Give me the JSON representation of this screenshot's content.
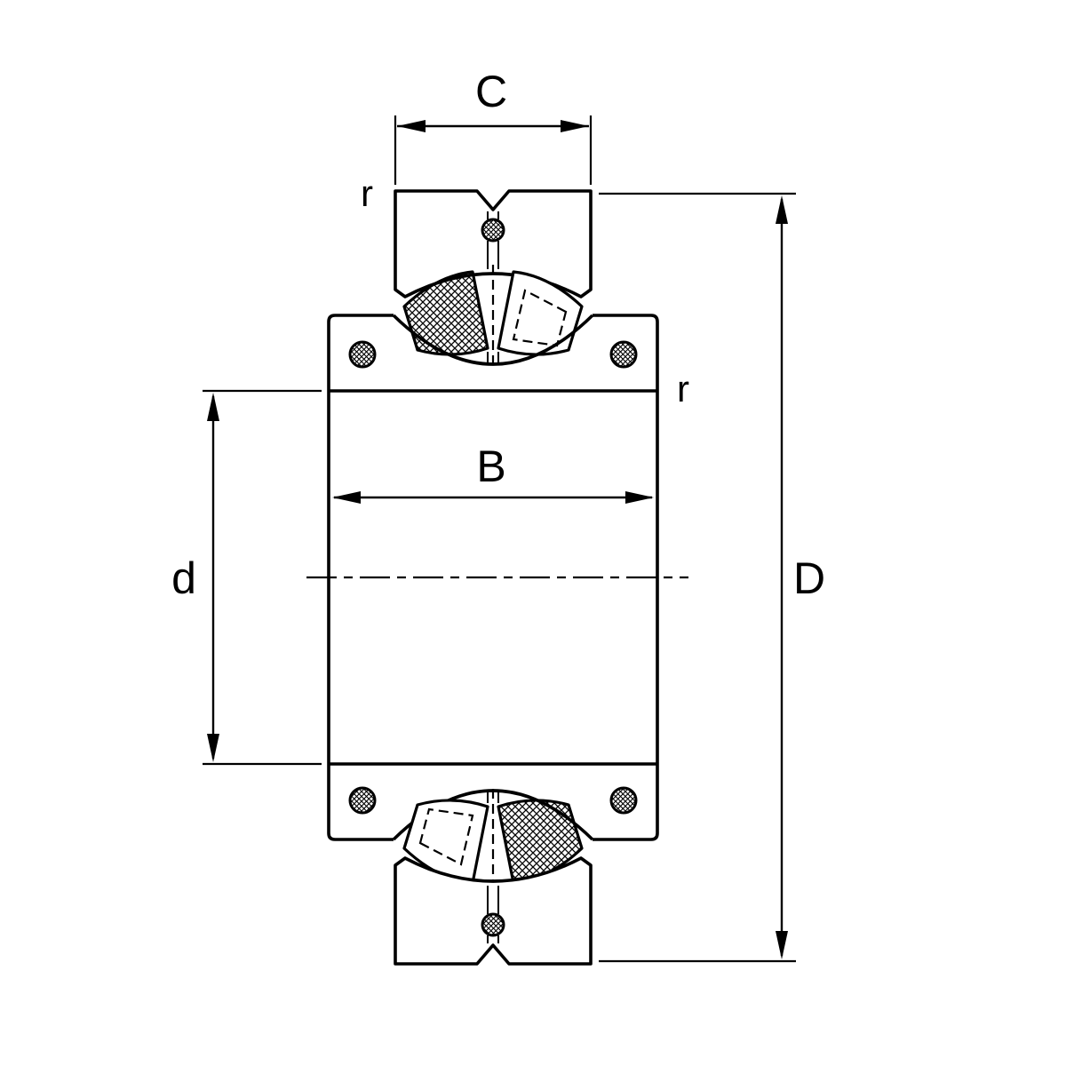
{
  "diagram": {
    "labels": {
      "outer_ring_width": "C",
      "fillet_top": "r",
      "fillet_right": "r",
      "inner_ring_width": "B",
      "bore_diameter": "d",
      "outside_diameter": "D"
    },
    "colors": {
      "line": "#000000",
      "background": "#ffffff"
    }
  }
}
